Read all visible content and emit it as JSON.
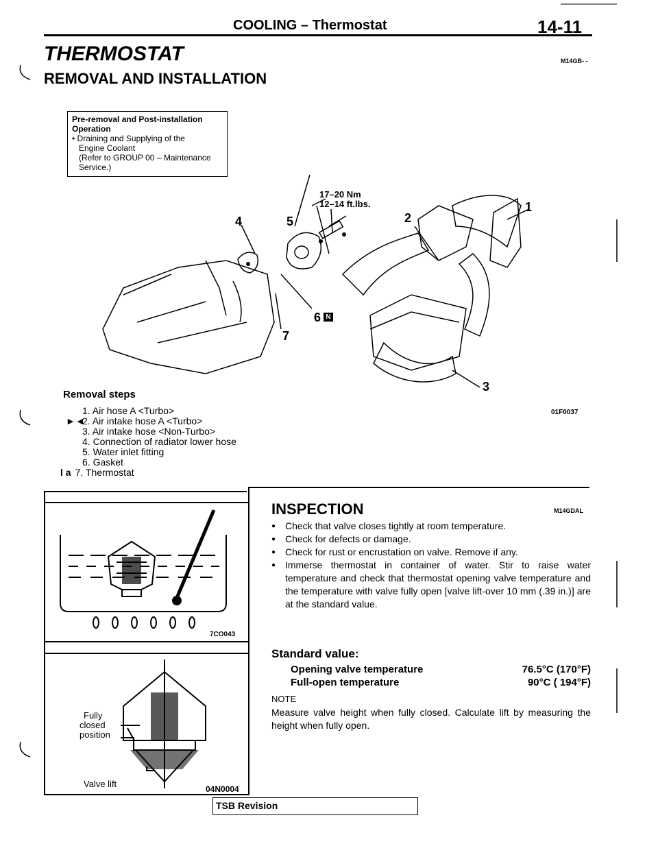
{
  "header": {
    "section": "COOLING – Thermostat",
    "page_number": "14-11"
  },
  "title": "THERMOSTAT",
  "subtitle": "REMOVAL AND INSTALLATION",
  "subtitle_code": "M14GB- -",
  "note_box": {
    "title": "Pre-removal and Post-installation Operation",
    "line1": "• Draining and Supplying of the",
    "line2": "Engine Coolant",
    "line3": "(Refer to GROUP 00 – Maintenance",
    "line4": "Service.)"
  },
  "diagram_main": {
    "torque_line1": "17–20 Nm",
    "torque_line2": "12–14 ft.lbs.",
    "callouts": [
      "1",
      "2",
      "3",
      "4",
      "5",
      "6",
      "7"
    ],
    "figure_code": "01F0037"
  },
  "removal": {
    "title": "Removal steps",
    "steps": [
      {
        "marker": "",
        "text": "1. Air hose A <Turbo>"
      },
      {
        "marker": "►◄",
        "text": "2. Air intake hose A <Turbo>"
      },
      {
        "marker": "",
        "text": "3. Air intake hose <Non-Turbo>"
      },
      {
        "marker": "",
        "text": "4. Connection of radiator lower hose"
      },
      {
        "marker": "",
        "text": "5. Water inlet fitting"
      },
      {
        "marker": "",
        "text": "6. Gasket"
      },
      {
        "marker": "l a",
        "text": "7. Thermostat"
      }
    ]
  },
  "figure_test": {
    "code": "7CO043"
  },
  "figure_valve": {
    "label_fully": "Fully",
    "label_closed": "closed",
    "label_position": "position",
    "label_valve_lift": "Valve lift",
    "code": "04N0004"
  },
  "inspection": {
    "title": "INSPECTION",
    "code": "M14GDAL",
    "bullets": [
      "Check that valve closes tightly at room temperature.",
      "Check for defects or damage.",
      "Check for rust or encrustation on valve. Remove if any.",
      "Immerse thermostat in container of water. Stir to raise water temperature and check that thermostat opening valve temperature and the temperature with valve fully open [valve lift-over 10 mm (.39 in.)] are at the standard value."
    ]
  },
  "standard_value": {
    "title": "Standard value:",
    "rows": [
      {
        "label": "Opening valve temperature",
        "value": "76.5°C (170°F)"
      },
      {
        "label": "Full-open temperature",
        "value": "90°C ( 194°F)"
      }
    ]
  },
  "note": {
    "heading": "NOTE",
    "text": "Measure valve height when fully closed. Calculate lift by measuring the height when fully open."
  },
  "footer": {
    "tsb": "TSB Revision"
  }
}
